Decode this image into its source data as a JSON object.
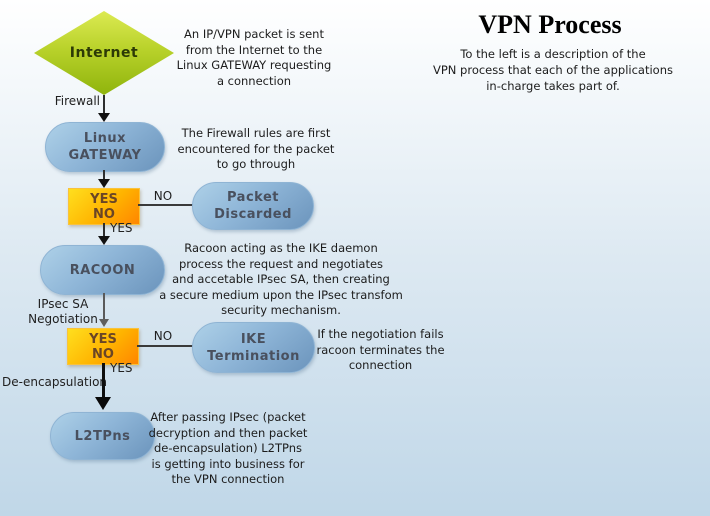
{
  "title": {
    "heading": "VPN Process",
    "subtitle": "To the left is a description of the\nVPN process that each of the applications\nin-charge takes part of."
  },
  "nodes": {
    "internet": {
      "label": "Internet"
    },
    "linux_gateway": {
      "label": "Linux\nGATEWAY"
    },
    "decision_firewall": {
      "label": "YES\nNO"
    },
    "packet_discarded": {
      "label": "Packet\nDiscarded"
    },
    "racoon": {
      "label": "RACOON"
    },
    "decision_negotiation": {
      "label": "YES\nNO"
    },
    "ike_termination": {
      "label": "IKE\nTermination"
    },
    "l2tpns": {
      "label": "L2TPns"
    }
  },
  "edge_labels": {
    "firewall": "Firewall",
    "no_1": "NO",
    "yes_1": "YES",
    "ipsec_sa_negotiation": "IPsec SA\nNegotiation",
    "no_2": "NO",
    "yes_2": "YES",
    "de_encapsulation": "De-encapsulation"
  },
  "descriptions": {
    "internet_to_gateway": "An IP/VPN packet is sent\nfrom the Internet to the\nLinux GATEWAY requesting\na connection",
    "firewall_rules": "The Firewall rules are first\nencountered for the packet\nto go through",
    "racoon_ike": "Racoon acting as the IKE daemon\nprocess the request and negotiates\nand accetable IPsec SA, then creating\na secure medium upon the IPsec transfom\nsecurity mechanism.",
    "ike_termination_fail": "If the negotiation fails\nracoon terminates the\nconnection",
    "l2tpns_business": "After passing IPsec (packet\ndecryption and then packet\nde-encapsulation) L2TPns\nis getting into business for\nthe VPN connection"
  },
  "colors": {
    "background_bottom": "#c0d7e8",
    "diamond_green_top": "#dcea52",
    "diamond_green_bottom": "#8fb40c",
    "node_blue_light": "#aed1e8",
    "node_blue_dark": "#6b94bc",
    "decision_yellow": "#ffdf1e",
    "decision_orange": "#ff8500",
    "node_text": "#49505e",
    "decision_text": "#6a4526"
  }
}
